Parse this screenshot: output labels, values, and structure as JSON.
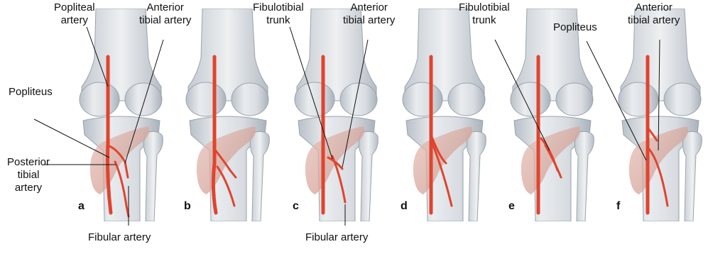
{
  "labels": {
    "popliteal_artery": "Popliteal\nartery",
    "anterior_tibial_artery_a": "Anterior\ntibial artery",
    "popliteus_a": "Popliteus",
    "posterior_tibial_artery": "Posterior\ntibial\nartery",
    "fibular_artery_a": "Fibular artery",
    "fibulotibial_trunk_c": "Fibulotibial\ntrunk",
    "anterior_tibial_artery_c": "Anterior\ntibial artery",
    "fibular_artery_c": "Fibular artery",
    "fibulotibial_trunk_e": "Fibulotibial\ntrunk",
    "popliteus_f": "Popliteus",
    "anterior_tibial_artery_f": "Anterior\ntibial artery"
  },
  "panels": [
    "a",
    "b",
    "c",
    "d",
    "e",
    "f"
  ],
  "colors": {
    "artery": "#e0442e",
    "bone": "#d7dbe0",
    "bone_shadow": "#a9b0b8",
    "muscle": "#d9a9a0"
  }
}
